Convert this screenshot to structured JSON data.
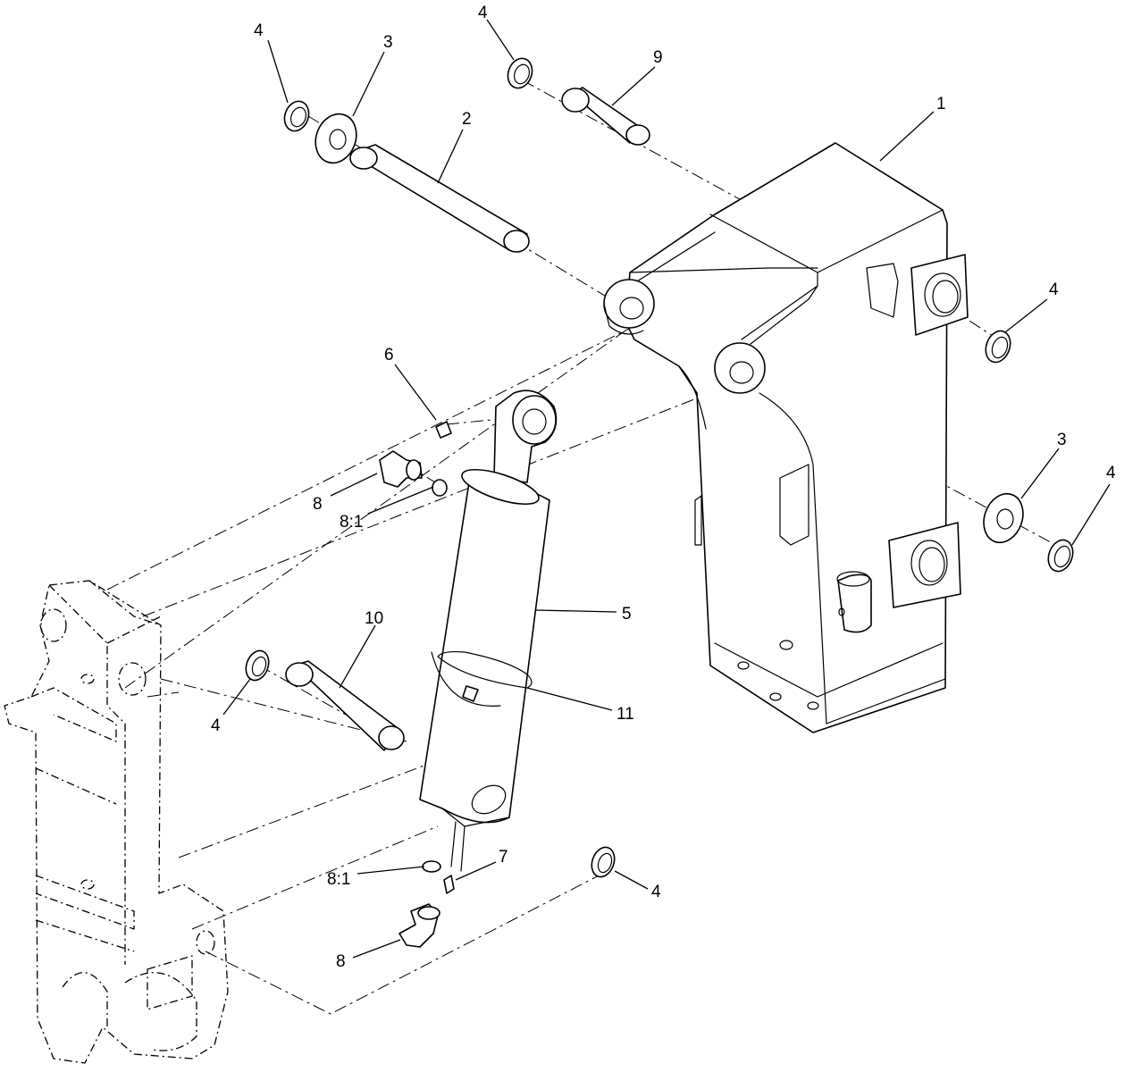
{
  "callouts": [
    {
      "id": "c-4-a",
      "label": "4"
    },
    {
      "id": "c-3-a",
      "label": "3"
    },
    {
      "id": "c-2",
      "label": "2"
    },
    {
      "id": "c-4-b",
      "label": "4"
    },
    {
      "id": "c-9",
      "label": "9"
    },
    {
      "id": "c-1",
      "label": "1"
    },
    {
      "id": "c-4-c",
      "label": "4"
    },
    {
      "id": "c-6",
      "label": "6"
    },
    {
      "id": "c-8-a",
      "label": "8"
    },
    {
      "id": "c-81-a",
      "label": "8:1"
    },
    {
      "id": "c-3-b",
      "label": "3"
    },
    {
      "id": "c-4-d",
      "label": "4"
    },
    {
      "id": "c-10",
      "label": "10"
    },
    {
      "id": "c-5",
      "label": "5"
    },
    {
      "id": "c-4-e",
      "label": "4"
    },
    {
      "id": "c-11",
      "label": "11"
    },
    {
      "id": "c-7",
      "label": "7"
    },
    {
      "id": "c-81-b",
      "label": "8:1"
    },
    {
      "id": "c-4-f",
      "label": "4"
    },
    {
      "id": "c-8-b",
      "label": "8"
    }
  ]
}
